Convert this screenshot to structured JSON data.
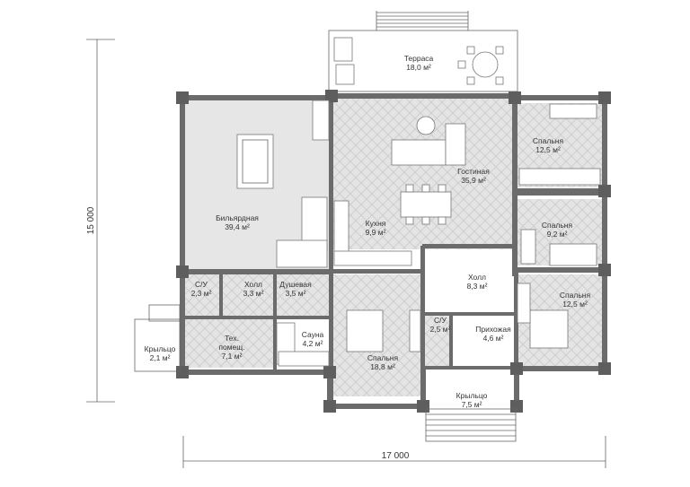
{
  "rooms": [
    {
      "name": "Терраса",
      "area": "18,0 м²"
    },
    {
      "name": "Бильярдная",
      "area": "39,4 м²"
    },
    {
      "name": "Гостиная",
      "area": "35,9 м²"
    },
    {
      "name": "Спальня",
      "area": "12,5 м²"
    },
    {
      "name": "Спальня",
      "area": "9,2 м²"
    },
    {
      "name": "Кухня",
      "area": "9,9 м²"
    },
    {
      "name": "Холл",
      "area": "8,3 м²"
    },
    {
      "name": "Спальня",
      "area": "12,5 м²"
    },
    {
      "name": "С/У",
      "area": "2,3 м²"
    },
    {
      "name": "Холл",
      "area": "3,3 м²"
    },
    {
      "name": "Душевая",
      "area": "3,5 м²"
    },
    {
      "name": "Сауна",
      "area": "4,2 м²"
    },
    {
      "name": "Спальня",
      "area": "18,8 м²"
    },
    {
      "name": "С/У",
      "area": "2,5 м²"
    },
    {
      "name": "Прихожая",
      "area": "4,6 м²"
    },
    {
      "name": "Тех. помещ.",
      "area": "7,1 м²"
    },
    {
      "name": "Крыльцо",
      "area": "2,1 м²"
    },
    {
      "name": "Крыльцо",
      "area": "7,5 м²"
    }
  ],
  "dimensions": {
    "height": "15 000",
    "width": "17 000"
  },
  "colors": {
    "wall": "#6b6b6b",
    "floor_grey": "#e6e6e6",
    "floor_pattern": "#dcdcdc",
    "line": "#666666"
  }
}
